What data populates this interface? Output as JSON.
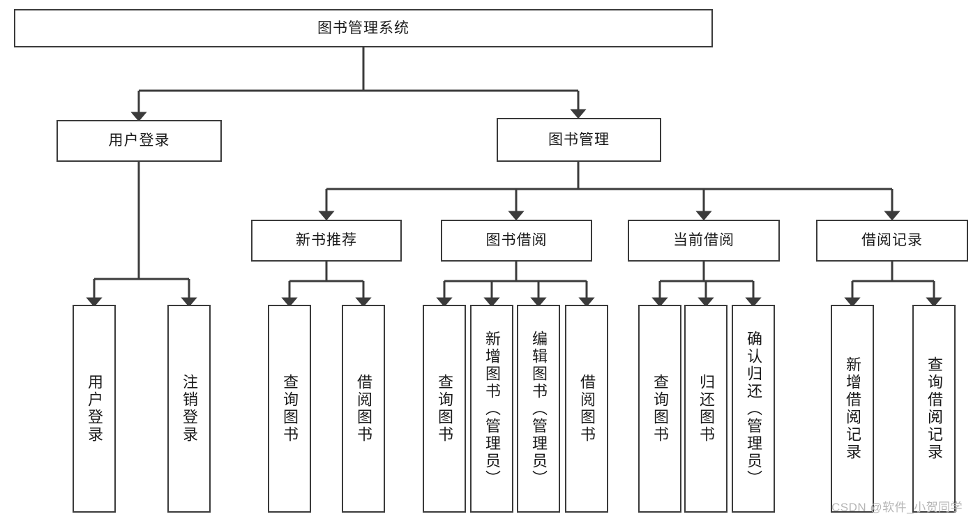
{
  "diagram": {
    "title_node": {
      "label": "图书管理系统"
    },
    "level2": [
      {
        "id": "user-login",
        "label": "用户登录"
      },
      {
        "id": "book-manage",
        "label": "图书管理"
      }
    ],
    "level3": [
      {
        "id": "new-book-recommend",
        "label": "新书推荐"
      },
      {
        "id": "book-borrow",
        "label": "图书借阅"
      },
      {
        "id": "current-borrow",
        "label": "当前借阅"
      },
      {
        "id": "borrow-record",
        "label": "借阅记录"
      }
    ],
    "leaves": [
      {
        "id": "leaf-user-login",
        "label": "用户登录"
      },
      {
        "id": "leaf-logout-login",
        "label": "注销登录"
      },
      {
        "id": "leaf-query-book-1",
        "label": "查询图书"
      },
      {
        "id": "leaf-borrow-book-1",
        "label": "借阅图书"
      },
      {
        "id": "leaf-query-book-2",
        "label": "查询图书"
      },
      {
        "id": "leaf-add-book",
        "label": "新增图书（管理员）"
      },
      {
        "id": "leaf-edit-book",
        "label": "编辑图书（管理员）"
      },
      {
        "id": "leaf-borrow-book-2",
        "label": "借阅图书"
      },
      {
        "id": "leaf-query-book-3",
        "label": "查询图书"
      },
      {
        "id": "leaf-return-book",
        "label": "归还图书"
      },
      {
        "id": "leaf-confirm-return",
        "label": "确认归还（管理员）"
      },
      {
        "id": "leaf-add-record",
        "label": "新增借阅记录"
      },
      {
        "id": "leaf-query-record",
        "label": "查询借阅记录"
      }
    ],
    "watermark": "CSDN @软件_小贺同学",
    "colors": {
      "stroke": "#3b3b3b",
      "fill": "#ffffff",
      "text": "#1a1a1a",
      "watermark": "#b6b6b6"
    }
  }
}
